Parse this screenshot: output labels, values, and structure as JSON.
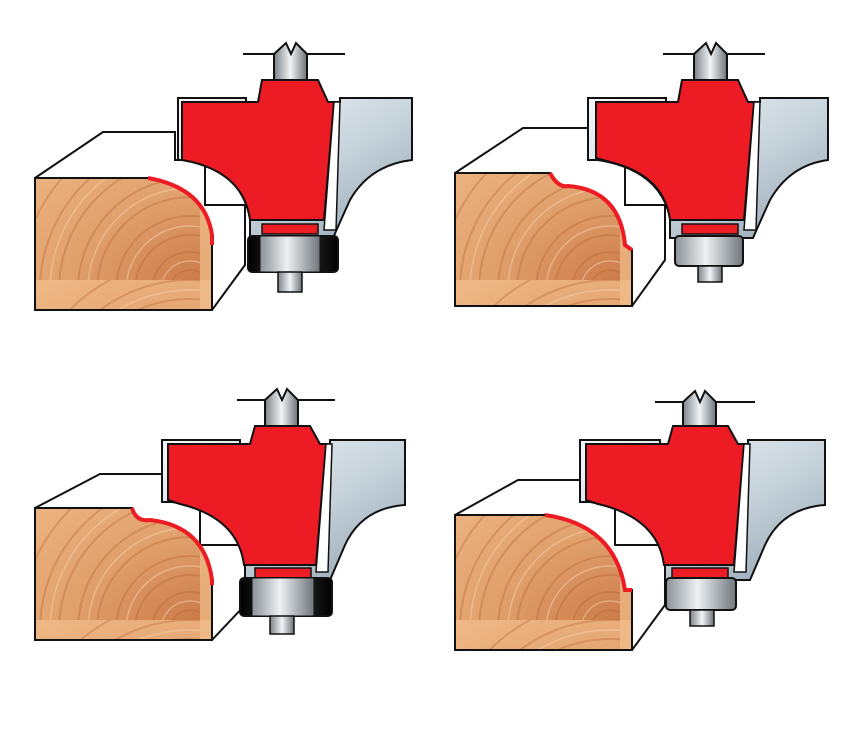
{
  "colors": {
    "background": "#ffffff",
    "cutter_red": "#ed1c24",
    "profile_line": "#ed1c24",
    "outline": "#111111",
    "steel_light": "#e9f1f6",
    "steel_dark": "#8fa2af",
    "wood_light": "#e9ad78",
    "wood_dark": "#b8663a",
    "bearing_black": "#1a1a1a",
    "bearing_silver": "#c9ced2"
  },
  "panels": [
    {
      "name": "panel-top-left",
      "profile": "roundover",
      "bearing": "black"
    },
    {
      "name": "panel-top-right",
      "profile": "roundover-with-bead",
      "bearing": "silver"
    },
    {
      "name": "panel-bottom-left",
      "profile": "roundover-with-bead",
      "bearing": "black"
    },
    {
      "name": "panel-bottom-right",
      "profile": "roundover",
      "bearing": "silver"
    }
  ]
}
